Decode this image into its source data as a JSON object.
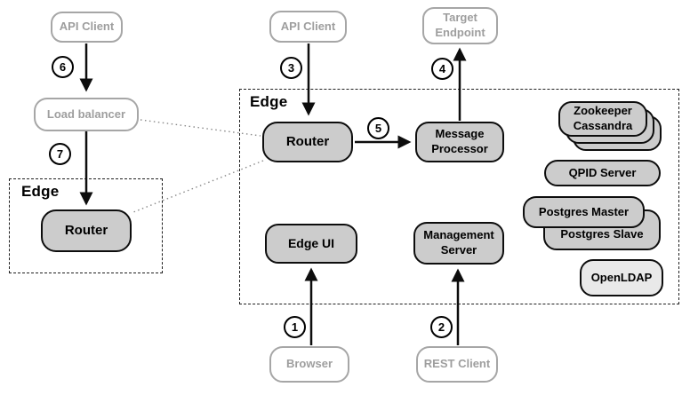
{
  "regions": {
    "edge_main": "Edge",
    "edge_left": "Edge"
  },
  "nodes": {
    "api_client_left": "API Client",
    "load_balancer": "Load balancer",
    "router_left": "Router",
    "api_client_top": "API Client",
    "target_endpoint_line1": "Target",
    "target_endpoint_line2": "Endpoint",
    "router_main": "Router",
    "message_processor_line1": "Message",
    "message_processor_line2": "Processor",
    "edge_ui": "Edge UI",
    "management_server_line1": "Management",
    "management_server_line2": "Server",
    "zookeeper_line1": "Zookeeper",
    "zookeeper_line2": "Cassandra",
    "qpid_server": "QPID Server",
    "postgres_master": "Postgres Master",
    "postgres_slave": "Postgres Slave",
    "openldap": "OpenLDAP",
    "browser": "Browser",
    "rest_client": "REST Client"
  },
  "steps": [
    "1",
    "2",
    "3",
    "4",
    "5",
    "6",
    "7"
  ],
  "colors": {
    "component_fill": "#cccccc",
    "light_fill": "#e9e9e9",
    "client_border": "#a6a6a6",
    "client_text": "#9e9e9e",
    "line": "#0d0d0d",
    "dotted_line": "#8a8a8a"
  }
}
